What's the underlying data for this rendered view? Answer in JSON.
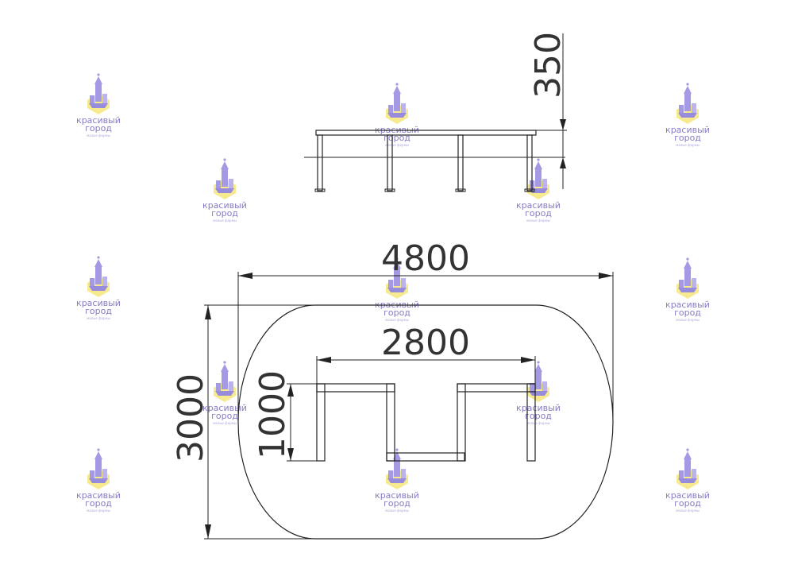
{
  "dimensions": {
    "height_label": "350",
    "overall_length_label": "4800",
    "overall_width_label": "3000",
    "bench_length_label": "2800",
    "bench_depth_label": "1000"
  },
  "watermark": {
    "line1": "красивый",
    "line2": "город",
    "tagline": "малые формы",
    "logo_color": "#9b8fe0",
    "accent_color": "#f5e36b"
  }
}
